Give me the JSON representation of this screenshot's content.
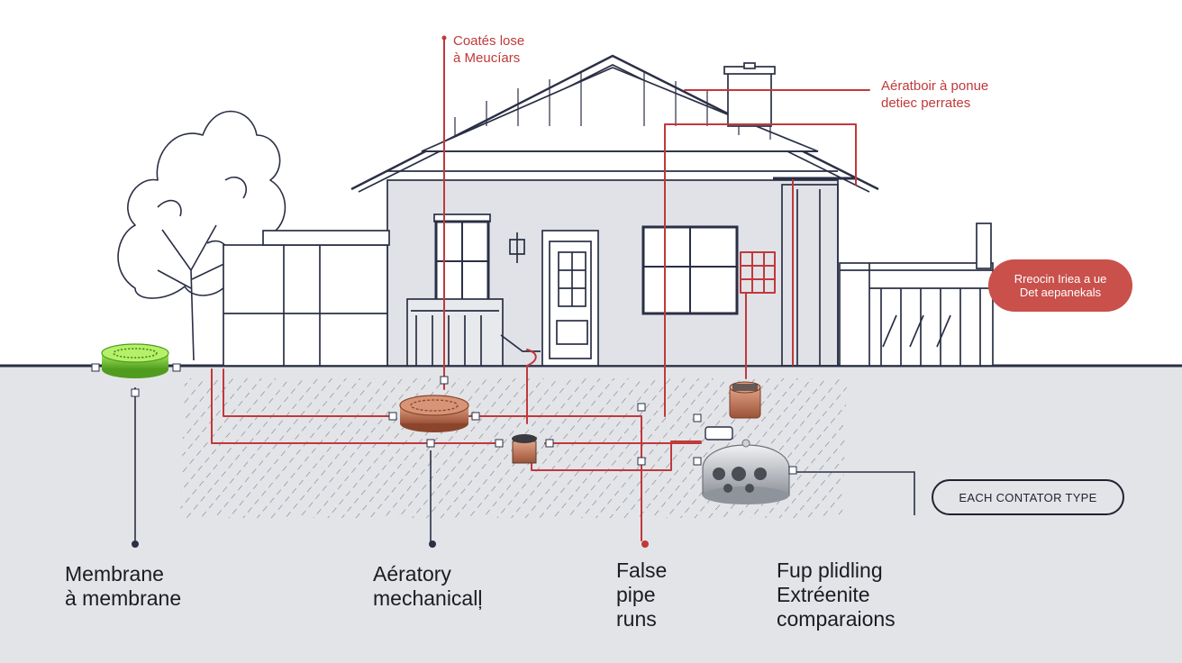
{
  "callouts": {
    "top_center": {
      "line1": "Coatés lose",
      "line2": "à Meucíars"
    },
    "top_right": {
      "line1": "Aératboir à ponue",
      "line2": "detiec perrates"
    },
    "pill_red": {
      "line1": "Rreocin Iriea a ue",
      "line2": "Det aepanekals"
    },
    "pill_outline": {
      "text": "EACH CONTATOR TYPE"
    }
  },
  "labels": {
    "membrane": {
      "line1": "Membrane",
      "line2": "à membrane"
    },
    "aeratory": {
      "line1": "Aératory",
      "line2": "mechanicalļ"
    },
    "false_pipe": {
      "line1": "False",
      "line2": "pipe",
      "line3": "runs"
    },
    "fup": {
      "line1": "Fup plidling",
      "line2": "Extréenite",
      "line3": "comparaions"
    }
  },
  "colors": {
    "outline": "#2a2f45",
    "pipe": "#c0393b",
    "ground": "#e3e4e8",
    "green_unit": "#7bd13a",
    "copper_unit": "#c07a5c",
    "silver_unit": "#b9bcc2"
  },
  "icons": [
    "tree-icon",
    "house-icon",
    "green-aerator-icon",
    "copper-aerator-icon",
    "silver-dome-icon",
    "copper-canister-icon"
  ]
}
